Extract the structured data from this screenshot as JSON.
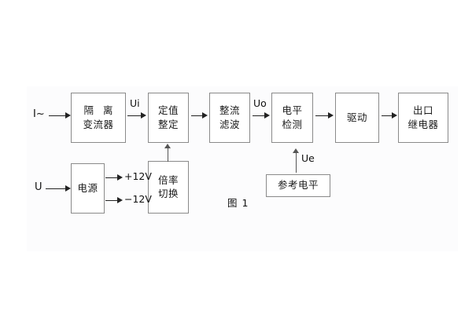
{
  "figure": {
    "caption": "图 1",
    "title": "图 1",
    "type": "block-diagram",
    "colors": {
      "background": "#ffffff",
      "panel": "#fcfcfd",
      "box_border": "#8a8a8a",
      "box_fill": "#ffffff",
      "arrow": "#222222",
      "text": "#1a1a1a"
    }
  },
  "inputs": {
    "current": "I~",
    "voltage": "U"
  },
  "blocks": {
    "isolation_ct": {
      "line1": "隔 离",
      "line2": "变流器"
    },
    "setting": {
      "line1": "定值",
      "line2": "整定"
    },
    "rectify_filter": {
      "line1": "整流",
      "line2": "滤波"
    },
    "level_detect": {
      "line1": "电平",
      "line2": "检测"
    },
    "driver": {
      "line1": "驱动",
      "line2": ""
    },
    "output_relay": {
      "line1": "出口",
      "line2": "继电器"
    },
    "power_supply": {
      "line1": "电源",
      "line2": ""
    },
    "multiplier_switch": {
      "line1": "倍率",
      "line2": "切换"
    },
    "reference_level": {
      "line1": "参考电平",
      "line2": ""
    }
  },
  "signals": {
    "ui": "Ui",
    "uo": "Uo",
    "ue": "Ue",
    "plus12v": "+12V",
    "minus12v": "−12V"
  }
}
